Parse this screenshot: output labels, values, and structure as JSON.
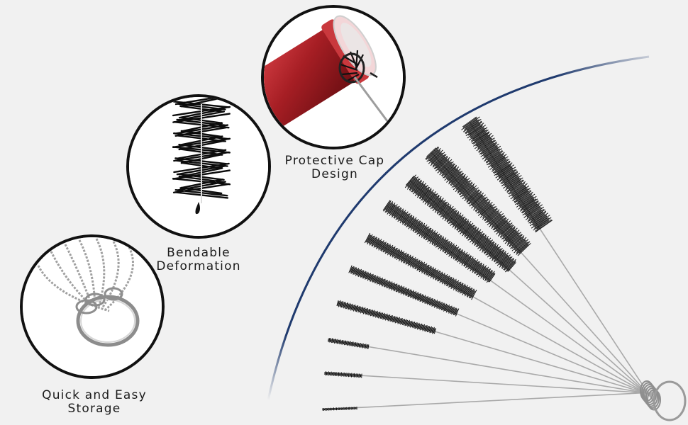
{
  "features": [
    {
      "id": "cap",
      "line1": "Protective Cap",
      "line2": "Design"
    },
    {
      "id": "bend",
      "line1": "Bendable",
      "line2": "Deformation"
    },
    {
      "id": "storage",
      "line1": "Quick and Easy",
      "line2": "Storage"
    }
  ],
  "colors": {
    "background": "#f1f1f1",
    "arc": "#1f3a6e",
    "bristle": "#0b0b0b",
    "wire": "#a9a9a9",
    "cap_red": "#b3272c",
    "ring_metal": "#9a9a9a"
  },
  "brush_set": {
    "count": 10
  }
}
